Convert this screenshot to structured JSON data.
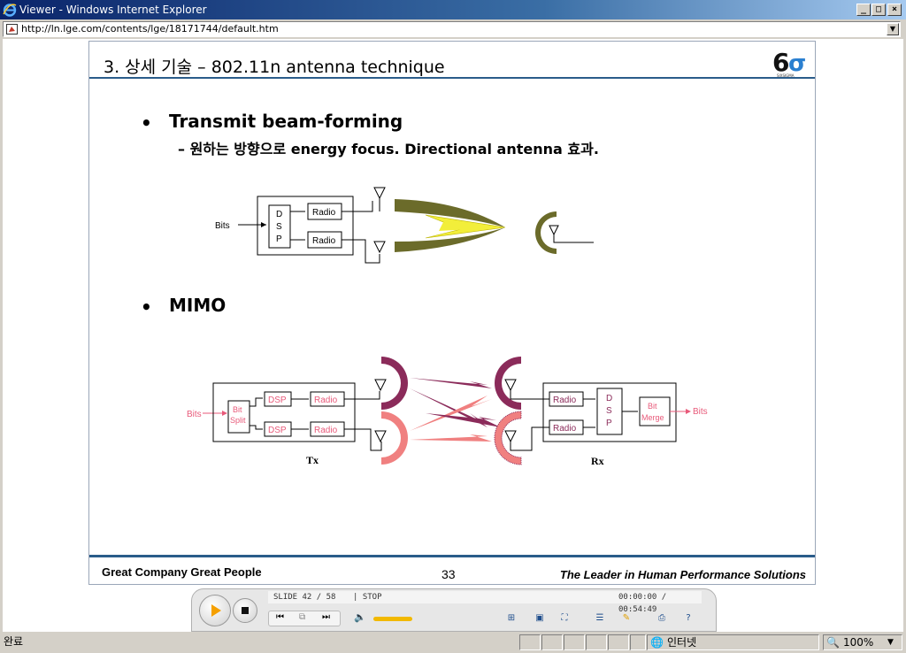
{
  "window": {
    "title": "Viewer - Windows Internet Explorer",
    "address": "http://ln.lge.com/contents/lge/18171744/default.htm"
  },
  "slide": {
    "title": "3. 상세 기술 – 802.11n antenna technique",
    "bullet1": "Transmit beam-forming",
    "sub1": "– 원하는 방향으로 energy focus. Directional antenna 효과.",
    "bullet2": "MIMO",
    "diagram1": {
      "bits": "Bits",
      "dsp": [
        "D",
        "S",
        "P"
      ],
      "radio1": "Radio",
      "radio2": "Radio"
    },
    "diagram2": {
      "bits_in": "Bits",
      "bit_split": [
        "Bit",
        "Split"
      ],
      "dsp1": "DSP",
      "dsp2": "DSP",
      "radio_tx1": "Radio",
      "radio_tx2": "Radio",
      "radio_rx1": "Radio",
      "radio_rx2": "Radio",
      "dsp_rx": [
        "D",
        "S",
        "P"
      ],
      "bit_merge": [
        "Bit",
        "Merge"
      ],
      "bits_out": "Bits",
      "tx_label": "Tx",
      "rx_label": "Rx"
    },
    "footer_left": "Great Company   Great People",
    "page_number": "33",
    "footer_right": "The Leader in Human Performance Solutions"
  },
  "player": {
    "slide_info": "SLIDE  42 /  58",
    "state": "| STOP",
    "time": "00:00:00 / 00:54:49"
  },
  "status": {
    "left": "완료",
    "zone": "인터넷",
    "zoom": "100%"
  },
  "colors": {
    "accent": "#2a5c8a",
    "tx_lobe": "#8b2b5a",
    "rx_lobe": "#f08080",
    "antenna_dish": "#6b6b2a",
    "beam": "#f2ee3a"
  }
}
